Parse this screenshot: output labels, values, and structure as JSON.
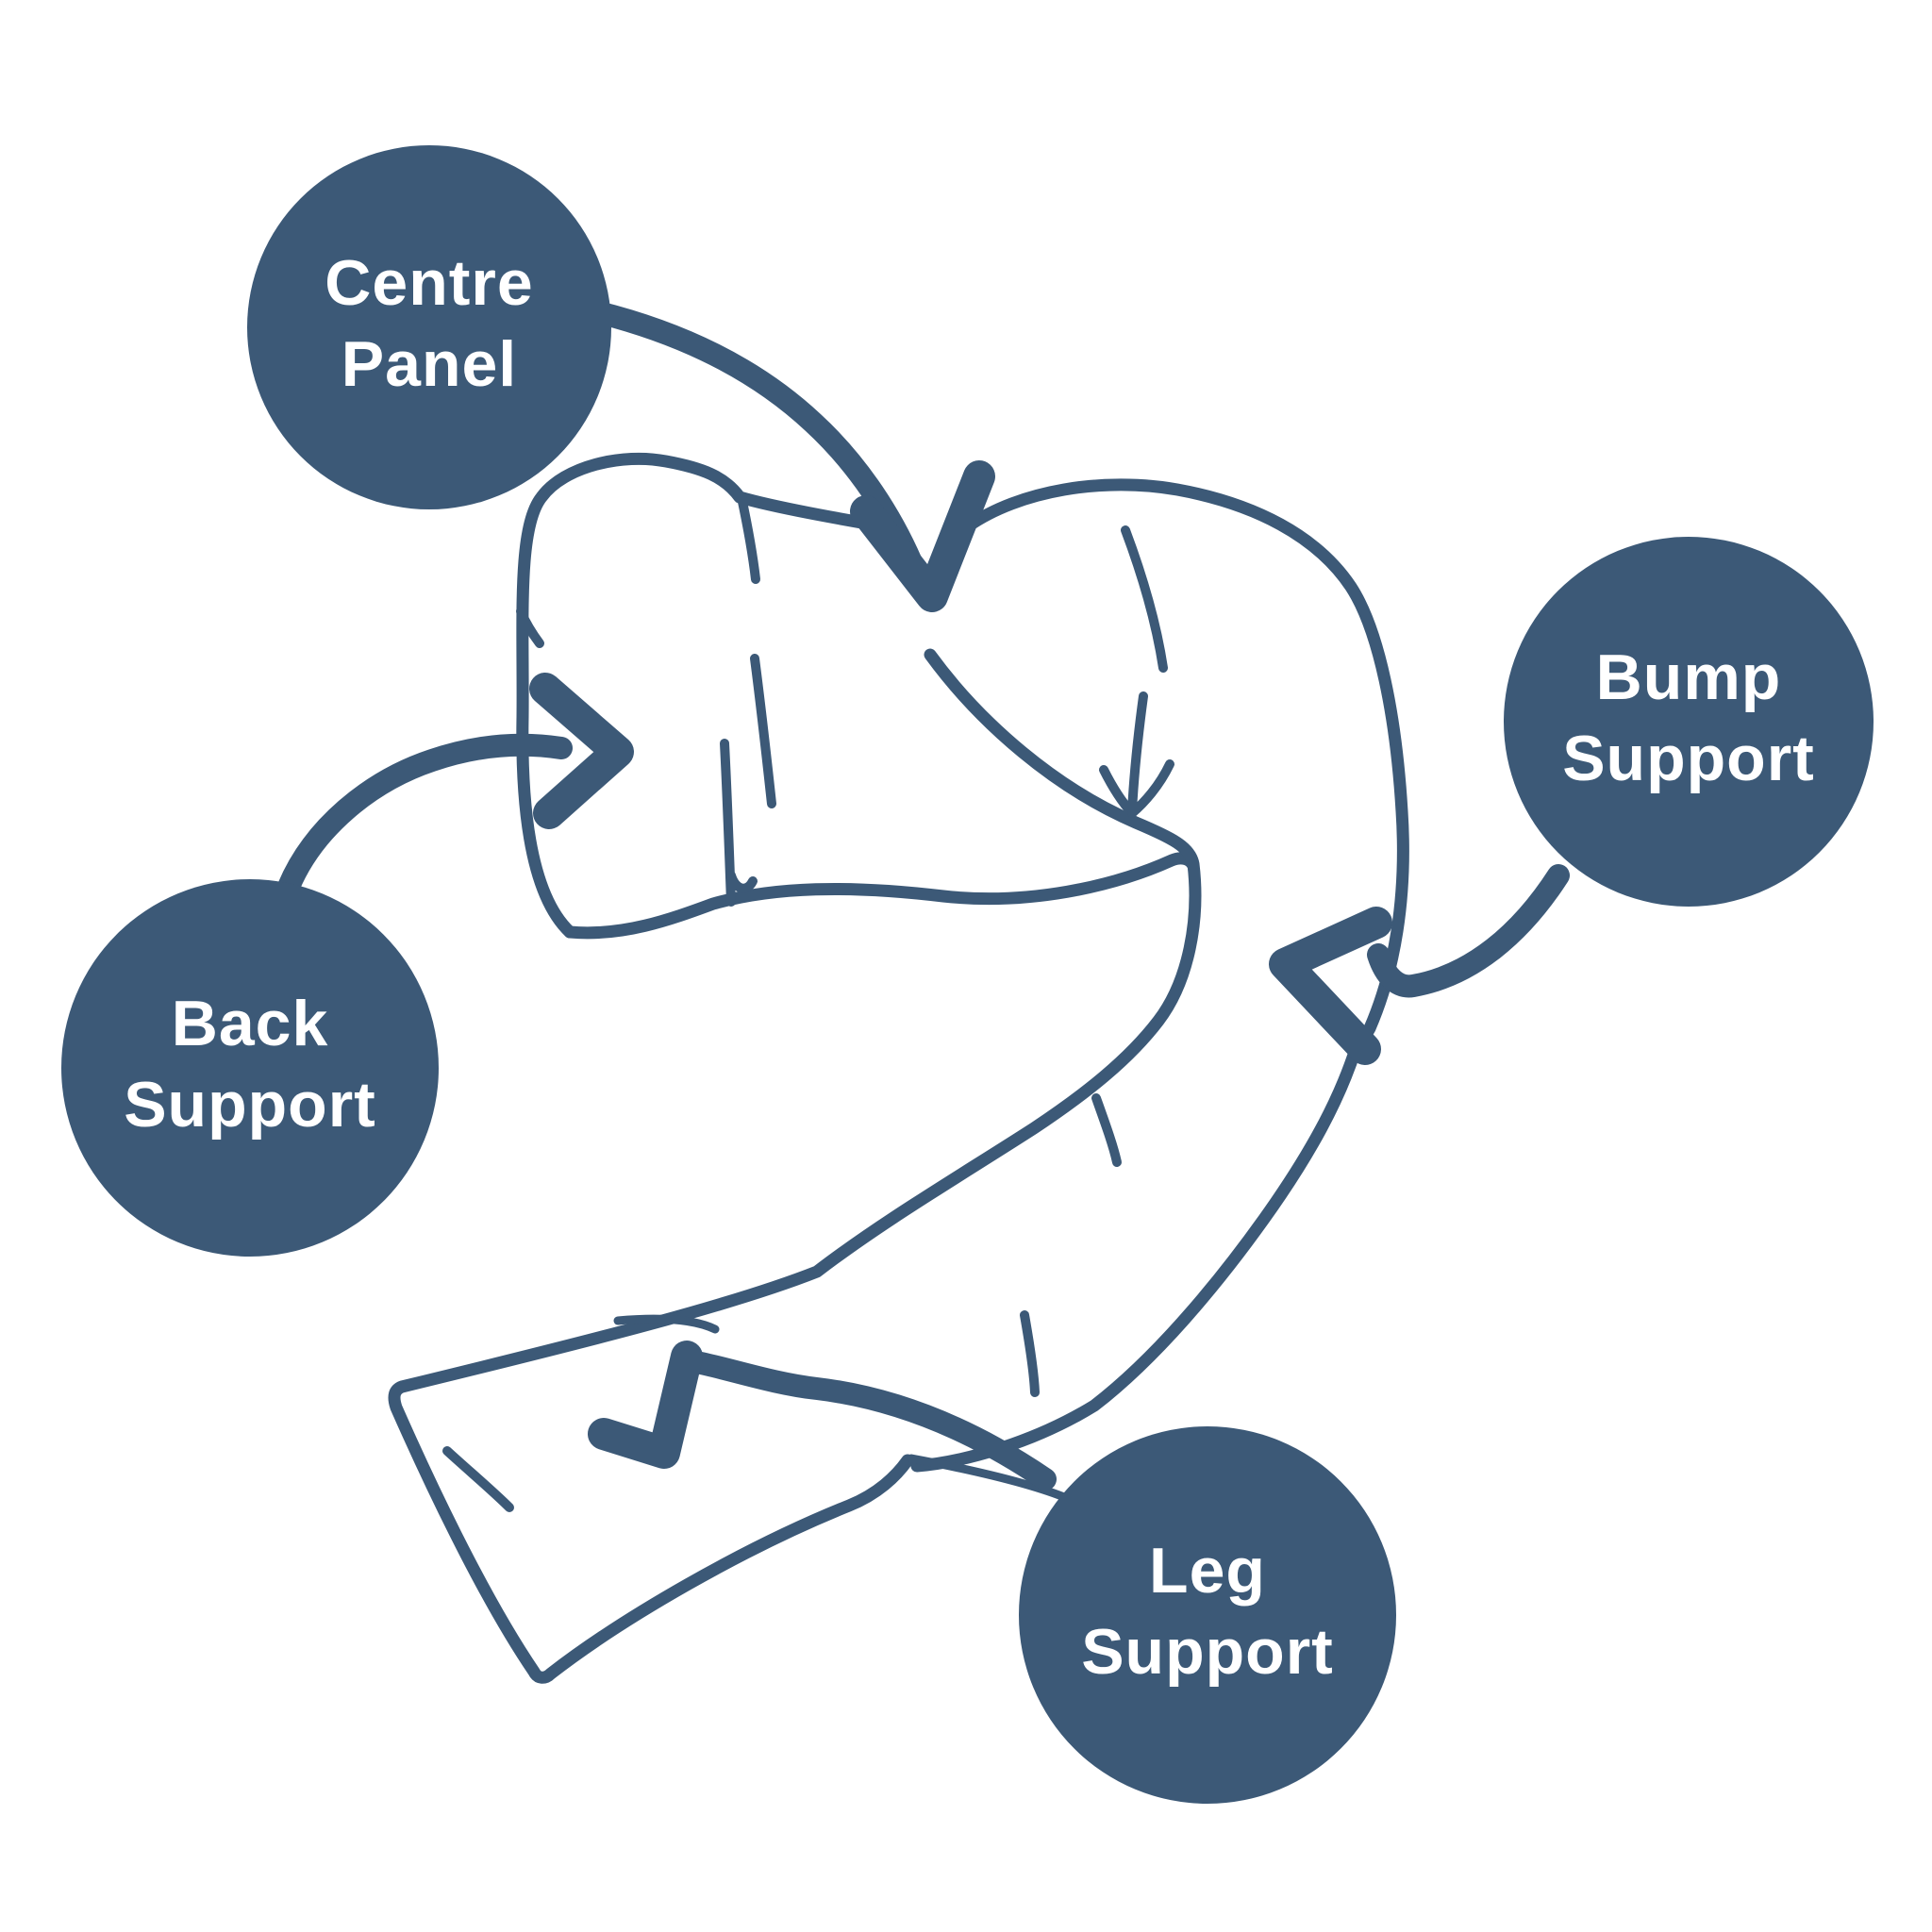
{
  "colors": {
    "background": "#ffffff",
    "accent": "#3c5977",
    "label_text": "#ffffff"
  },
  "labels": {
    "centre_panel": {
      "line1": "Centre",
      "line2": "Panel"
    },
    "back_support": {
      "line1": "Back",
      "line2": "Support"
    },
    "bump_support": {
      "line1": "Bump",
      "line2": "Support"
    },
    "leg_support": {
      "line1": "Leg",
      "line2": "Support"
    }
  }
}
